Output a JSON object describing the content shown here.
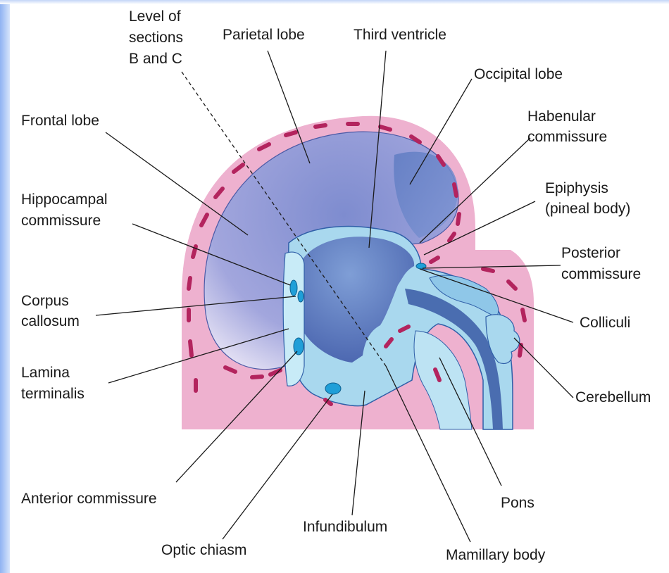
{
  "labels": {
    "level_sections": [
      "Level of",
      "sections",
      "B and C"
    ],
    "parietal_lobe": "Parietal lobe",
    "third_ventricle": "Third ventricle",
    "occipital_lobe": "Occipital lobe",
    "frontal_lobe": "Frontal lobe",
    "habenular_commissure": [
      "Habenular",
      "commissure"
    ],
    "epiphysis": [
      "Epiphysis",
      "(pineal body)"
    ],
    "hippocampal_commissure": [
      "Hippocampal",
      "commissure"
    ],
    "posterior_commissure": [
      "Posterior",
      "commissure"
    ],
    "corpus_callosum": [
      "Corpus",
      "callosum"
    ],
    "colliculi": "Colliculi",
    "lamina_terminalis": [
      "Lamina",
      "terminalis"
    ],
    "cerebellum": "Cerebellum",
    "anterior_commissure": "Anterior commissure",
    "pons": "Pons",
    "infundibulum": "Infundibulum",
    "optic_chiasm": "Optic chiasm",
    "mamillary_body": "Mamillary body"
  },
  "colors": {
    "meninges": "#eeb1cf",
    "vessels": "#b3245e",
    "hemisphere": "#8f98d6",
    "ventricle": "#5a78bf",
    "neural_tissue": "#a9d8ee",
    "commissure": "#1f9fd8",
    "edge_accent": "#8fb2f2"
  }
}
